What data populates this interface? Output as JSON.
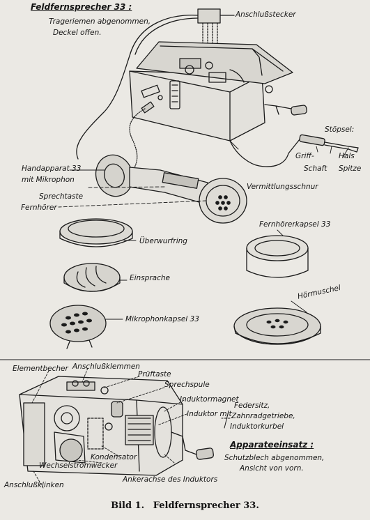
{
  "top": {
    "title": "Feldfernsprecher 33 :",
    "note_line1": "Trageriemen abgenommen,",
    "note_line2": "Deckel offen.",
    "labels": {
      "anschlussstecker": "Anschlußstecker",
      "stoepsel": "Stöpsel:",
      "griff": "Griff-",
      "schaft": "Schaft",
      "hals": "Hals",
      "spitze": "Spitze",
      "handapparat1": "Handapparat 33",
      "handapparat2": "mit Mikrophon",
      "sprechtaste": "Sprechtaste",
      "fernhoerer": "Fernhörer",
      "vermittlungsschnur": "Vermittlungsschnur",
      "fernhoererkapsel": "Fernhörerkapsel 33",
      "ueberwurfring": "Überwurfring",
      "einsprache": "Einsprache",
      "hoermuschel": "Hörmuschel",
      "mikrophonkapsel": "Mikrophonkapsel 33"
    }
  },
  "bottom": {
    "labels": {
      "elementbecher": "Elementbecher",
      "anschlussklemmen": "Anschlußklemmen",
      "prueftaste": "Prüftaste",
      "sprechspule": "Sprechspule",
      "induktormagnet": "Induktormagnet",
      "induktor_mit": "Induktor mit",
      "federsitz": "Federsitz,",
      "zahnradgetriebe": "Zahnradgetriebe,",
      "induktorkurbel": "Induktorkurbel",
      "kondensator": "Kondensator",
      "wechselstromwecker": "Wechselstromwecker",
      "anschlussklinken": "Anschlußklinken",
      "ankerachse": "Ankerachse des Induktors"
    },
    "note_title": "Apparateeinsatz :",
    "note_line1": "Schutzblech abgenommen,",
    "note_line2": "Ansicht von vorn."
  },
  "caption": {
    "number": "Bild 1.",
    "title": "Feldfernsprecher 33."
  }
}
